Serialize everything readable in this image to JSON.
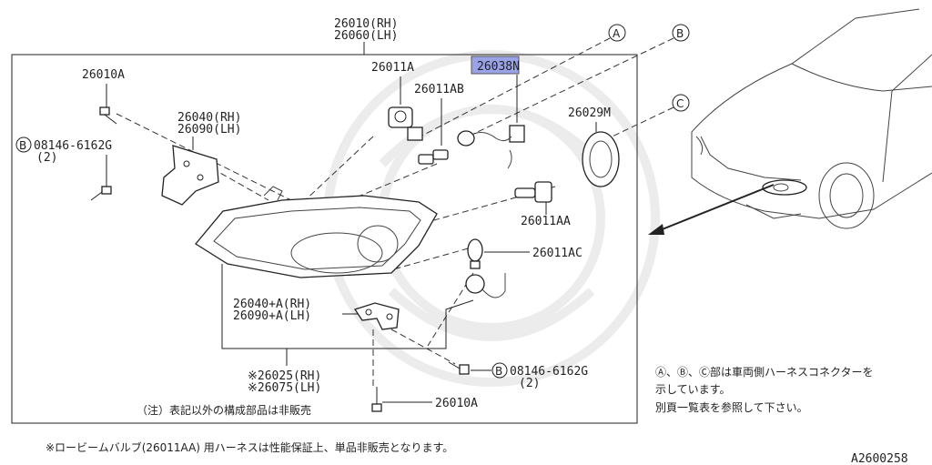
{
  "assembly": {
    "rh": "26010(RH)",
    "lh": "26060(LH)"
  },
  "parts": {
    "p26010A_top": "26010A",
    "p26040_rh": "26040(RH)",
    "p26090_lh": "26090(LH)",
    "bolt_circle": "B",
    "bolt_top": "08146-6162G",
    "bolt_top_qty": "(2)",
    "p26011A": "26011A",
    "p26011AB": "26011AB",
    "p26038N": "26038N",
    "p26029M": "26029M",
    "p26011AA": "26011AA",
    "p26011AC": "26011AC",
    "p26040A_rh": "26040+A(RH)",
    "p26090A_lh": "26090+A(LH)",
    "p26025_rh": "※26025(RH)",
    "p26075_lh": "※26075(LH)",
    "bolt_bottom": "08146-6162G",
    "bolt_bottom_qty": "(2)",
    "p26010A_bottom": "26010A"
  },
  "connectors": {
    "a": "A",
    "b": "B",
    "c": "C"
  },
  "notes": {
    "note_in_box": "（注）表記以外の構成部品は非販売",
    "connector_note_line1": "Ⓐ、Ⓑ、Ⓒ部は車両側ハーネスコネクターを",
    "connector_note_line2": "示しています。",
    "connector_note_line3": "別頁一覧表を参照して下さい。",
    "footer": "※ロービームバルブ(26011AA) 用ハーネスは性能保証上、単品非販売となります。",
    "figure_id": "A2600258"
  },
  "colors": {
    "highlight": "#9aa3e6",
    "line": "#222222"
  }
}
